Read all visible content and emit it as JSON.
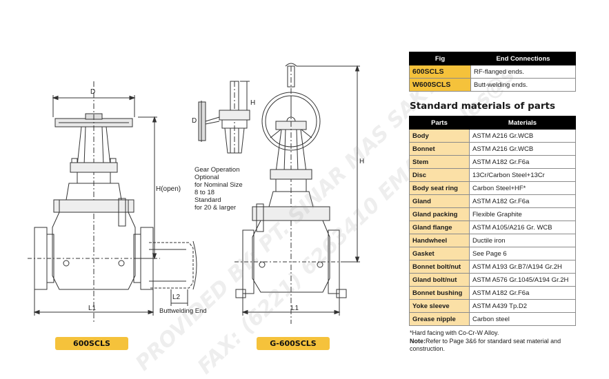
{
  "fig_table": {
    "headers": [
      "Fig",
      "End Connections"
    ],
    "rows": [
      [
        "600SCLS",
        "RF-flanged ends."
      ],
      [
        "W600SCLS",
        "Butt-welding ends."
      ]
    ]
  },
  "materials": {
    "title": "Standard materials of parts",
    "headers": [
      "Parts",
      "Materials"
    ],
    "rows": [
      [
        "Body",
        "ASTM A216 Gr.WCB"
      ],
      [
        "Bonnet",
        "ASTM A216 Gr.WCB"
      ],
      [
        "Stem",
        "ASTM A182 Gr.F6a"
      ],
      [
        "Disc",
        "13Cr/Carbon Steel+13Cr"
      ],
      [
        "Body seat ring",
        "Carbon Steel+HF*"
      ],
      [
        "Gland",
        "ASTM A182 Gr.F6a"
      ],
      [
        "Gland packing",
        "Flexible Graphite"
      ],
      [
        "Gland flange",
        "ASTM A105/A216 Gr. WCB"
      ],
      [
        "Handwheel",
        "Ductile iron"
      ],
      [
        "Gasket",
        "See Page 6"
      ],
      [
        "Bonnet bolt/nut",
        "ASTM A193 Gr.B7/A194 Gr.2H"
      ],
      [
        "Gland bolt/nut",
        "ASTM A576 Gr.1045/A194 Gr.2H"
      ],
      [
        "Bonnet bushing",
        "ASTM A182 Gr.F6a"
      ],
      [
        "Yoke sleeve",
        "ASTM A439 Tp.D2"
      ],
      [
        "Grease nipple",
        "Carbon steel"
      ]
    ]
  },
  "notes": {
    "line1": "*Hard facing with Co-Cr-W Alloy.",
    "line2_label": "Note:",
    "line2_text": "Refer to Page 3&6 for standard seat material and construction."
  },
  "drawing": {
    "left_labels": {
      "d": "D",
      "h": "H(open)",
      "l1": "L1",
      "l2": "L2"
    },
    "gear_labels": {
      "d": "D",
      "h": "H"
    },
    "right_labels": {
      "h": "H",
      "l1": "L1"
    },
    "gear_note": [
      "Gear Operation",
      "Optional",
      "for Nominal Size",
      "8 to 18",
      "Standard",
      "for 20 & larger"
    ],
    "butt_label": "Buttwelding End"
  },
  "badges": {
    "left": "600SCLS",
    "right": "G-600SCLS"
  },
  "watermark": {
    "line1": "PROVIDED BY: PT. SINAR MAS SAKTI",
    "line2": "FAX: (6221) 6263410   EMAIL: sales@s"
  },
  "colors": {
    "accent": "#f5c23b",
    "part_bg": "#fbe0a6",
    "header_bg": "#000000"
  }
}
